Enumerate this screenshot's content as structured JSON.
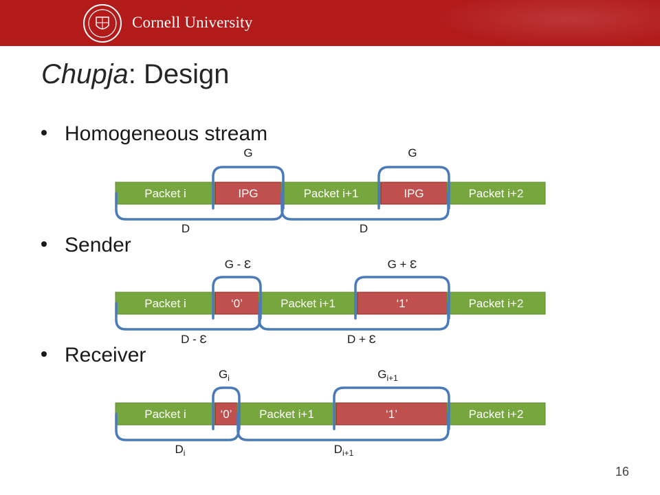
{
  "header": {
    "university": "Cornell University"
  },
  "title": {
    "italic": "Chupja",
    "rest": ": Design"
  },
  "bullets": [
    "Homogeneous stream",
    "Sender",
    "Receiver"
  ],
  "colors": {
    "header_red": "#b31b1b",
    "packet_green": "#77a63f",
    "gap_red": "#c0504d",
    "bracket_blue": "#4a7ab8"
  },
  "diagrams": [
    {
      "segments": [
        "Packet i",
        "IPG",
        "Packet i+1",
        "IPG",
        "Packet i+2"
      ],
      "top_labels": [
        "G",
        "G"
      ],
      "bottom_labels": [
        "D",
        "D"
      ]
    },
    {
      "segments": [
        "Packet i",
        "‘0’",
        "Packet i+1",
        "‘1’",
        "Packet i+2"
      ],
      "top_labels": [
        "G - Ɛ",
        "G + Ɛ"
      ],
      "bottom_labels": [
        "D - Ɛ",
        "D + Ɛ"
      ]
    },
    {
      "segments": [
        "Packet i",
        "‘0’",
        "Packet i+1",
        "‘1’",
        "Packet i+2"
      ],
      "top_labels": [
        {
          "base": "G",
          "sub": "i"
        },
        {
          "base": "G",
          "sub": "i+1"
        }
      ],
      "bottom_labels": [
        {
          "base": "D",
          "sub": "i"
        },
        {
          "base": "D",
          "sub": "i+1"
        }
      ]
    }
  ],
  "page_number": "16"
}
